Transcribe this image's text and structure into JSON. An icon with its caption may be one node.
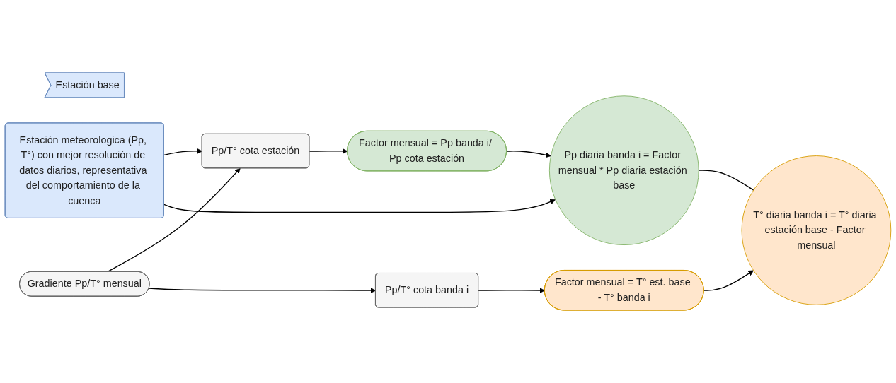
{
  "diagram": {
    "nodes": [
      {
        "text": [
          "Estación base"
        ]
      },
      {
        "text": [
          "Estación meteorologica (Pp, T°) con mejor resolución de datos diarios, representativa del comportamiento de la cuenca"
        ]
      },
      {
        "text": [
          "Gradiente Pp/T° mensual"
        ]
      },
      {
        "text": [
          "Pp/T° cota estación"
        ]
      },
      {
        "text": [
          "Pp/T° cota banda i"
        ]
      },
      {
        "text": [
          "Factor mensual = Pp banda i/ Pp cota estación"
        ]
      },
      {
        "text": [
          "Factor mensual = T° est. base - T° banda i"
        ]
      },
      {
        "text": [
          "Pp diaria banda i = Factor mensual * Pp diaria estación base"
        ]
      },
      {
        "text": [
          "T° diaria banda i = T° diaria estación base - Factor mensual"
        ]
      }
    ],
    "edges": [
      {
        "from": 1,
        "to": 3,
        "arrow": "to"
      },
      {
        "from": 1,
        "to": 7,
        "arrow": "to"
      },
      {
        "from": 2,
        "to": 3,
        "arrow": "to"
      },
      {
        "from": 2,
        "to": 4,
        "arrow": "to"
      },
      {
        "from": 3,
        "to": 5,
        "arrow": "to"
      },
      {
        "from": 4,
        "to": 6,
        "arrow": "to"
      },
      {
        "from": 5,
        "to": 7,
        "arrow": "to"
      },
      {
        "from": 6,
        "to": 8,
        "arrow": "to"
      },
      {
        "from": 7,
        "to": 8,
        "arrow": "none"
      }
    ]
  }
}
